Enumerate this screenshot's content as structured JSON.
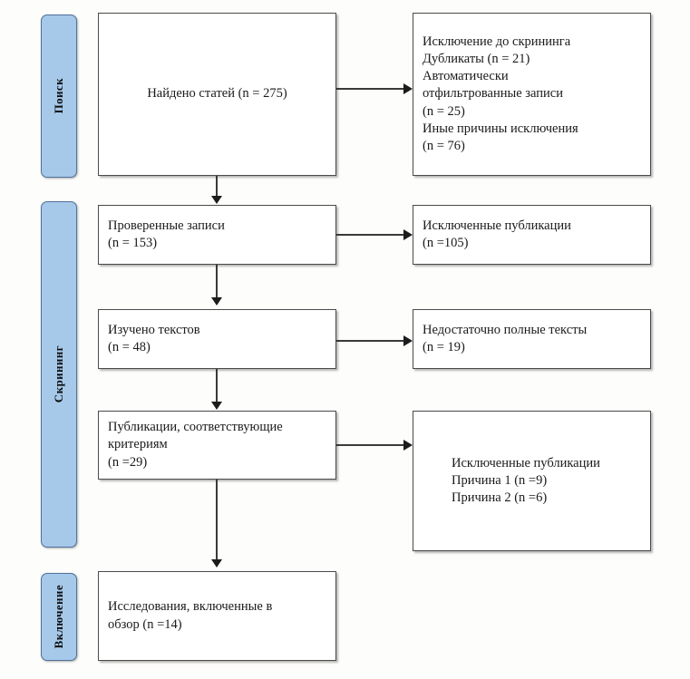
{
  "diagram": {
    "title": "PRISMA flow diagram",
    "language": "ru",
    "background_color": "#fdfdfb",
    "phase_bar_color": "#a6c9ea",
    "phase_bar_border_color": "#50719b",
    "box_border_color": "#4a4a4a",
    "connector_color": "#3a3a3a"
  },
  "phases": [
    {
      "id": "identification",
      "label": "Поиск"
    },
    {
      "id": "screening",
      "label": "Скрининг"
    },
    {
      "id": "included",
      "label": "Включение"
    }
  ],
  "boxes": {
    "records_identified": {
      "text": "Найдено статей (n = 275)",
      "count": 275
    },
    "records_removed_before_screening": {
      "text": "Исключение до скрининга\n    Дубликаты (n = 21)\n    Автоматически\n    отфильтрованные записи\n    (n = 25)\n    Иные причины исключения\n    (n = 76)",
      "duplicates": 21,
      "auto_filtered": 25,
      "other_reasons": 76
    },
    "records_screened": {
      "text": "Проверенные записи\n(n = 153)",
      "count": 153
    },
    "records_excluded": {
      "text": "Исключенные публикации\n(n =105)",
      "count": 105
    },
    "reports_sought": {
      "text": "Изучено текстов\n(n = 48)",
      "count": 48
    },
    "reports_not_retrieved": {
      "text": "Недостаточно полные тексты\n(n = 19)",
      "count": 19
    },
    "reports_assessed": {
      "text": "Публикации, соответствующие\nкритериям\n(n =29)",
      "count": 29
    },
    "reports_excluded": {
      "text": "Исключенные публикации\nПричина 1 (n =9)\nПричина 2 (n =6)",
      "reason_1": 9,
      "reason_2": 6
    },
    "studies_included": {
      "text": "Исследования, включенные в\nобзор (n =14)",
      "count": 14
    }
  },
  "chart_data": {
    "type": "flow",
    "title": "PRISMA flow diagram (Russian)",
    "stages": [
      {
        "phase": "Поиск",
        "in": {
          "label": "Найдено статей",
          "n": 275
        },
        "out": {
          "label": "Исключение до скрининга",
          "items": [
            {
              "label": "Дубликаты",
              "n": 21
            },
            {
              "label": "Автоматически отфильтрованные записи",
              "n": 25
            },
            {
              "label": "Иные причины исключения",
              "n": 76
            }
          ]
        }
      },
      {
        "phase": "Скрининг",
        "in": {
          "label": "Проверенные записи",
          "n": 153
        },
        "out": {
          "label": "Исключенные публикации",
          "n": 105
        }
      },
      {
        "phase": "Скрининг",
        "in": {
          "label": "Изучено текстов",
          "n": 48
        },
        "out": {
          "label": "Недостаточно полные тексты",
          "n": 19
        }
      },
      {
        "phase": "Скрининг",
        "in": {
          "label": "Публикации, соответствующие критериям",
          "n": 29
        },
        "out": {
          "label": "Исключенные публикации",
          "items": [
            {
              "label": "Причина 1",
              "n": 9
            },
            {
              "label": "Причина 2",
              "n": 6
            }
          ]
        }
      },
      {
        "phase": "Включение",
        "in": {
          "label": "Исследования, включенные в обзор",
          "n": 14
        },
        "out": null
      }
    ]
  }
}
